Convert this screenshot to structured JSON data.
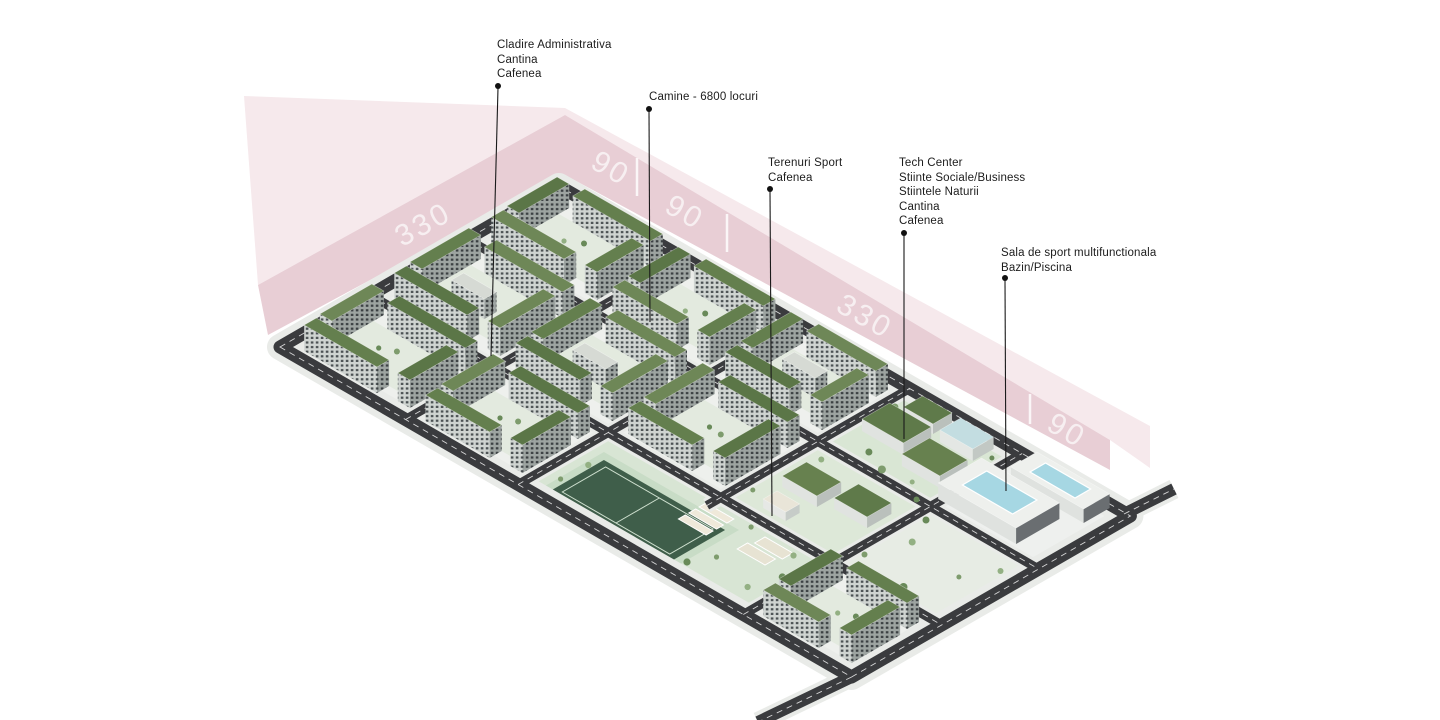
{
  "annotations": [
    {
      "id": "admin",
      "lines": [
        "Cladire Administrativa",
        "Cantina",
        "Cafenea"
      ]
    },
    {
      "id": "camine",
      "lines": [
        "Camine - 6800 locuri"
      ]
    },
    {
      "id": "terenuri",
      "lines": [
        "Terenuri Sport",
        "Cafenea"
      ]
    },
    {
      "id": "tech",
      "lines": [
        "Tech Center",
        "Stiinte Sociale/Business",
        "Stiintele Naturii",
        "Cantina",
        "Cafenea"
      ]
    },
    {
      "id": "sala",
      "lines": [
        "Sala de sport multifunctionala",
        "Bazin/Piscina"
      ]
    }
  ],
  "dimensions": {
    "nw_band": [
      "330"
    ],
    "ne_band": [
      "90",
      "90",
      "330",
      "90"
    ]
  },
  "palette": {
    "band_pink": "#e8ced5",
    "band_pale": "#f6e9ec",
    "roof_green": "#64804d",
    "road_dark": "#3a3b3e",
    "field_green": "#3f5e4a",
    "pool_blue": "#a6d7e3",
    "label_text": "#1c1c1c"
  }
}
